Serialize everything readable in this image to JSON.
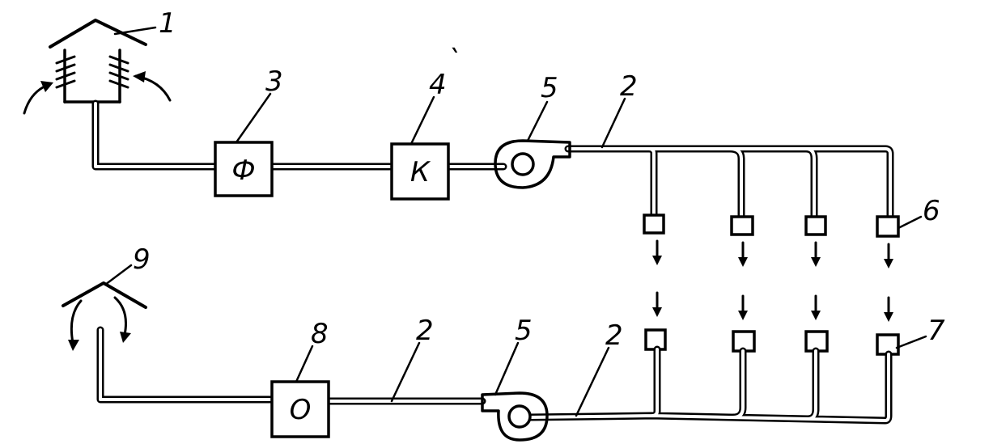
{
  "labels": {
    "intake_hood": "1",
    "duct": "2",
    "filter": "3",
    "heater": "4",
    "fan": "5",
    "supply_diffuser": "6",
    "exhaust_grille": "7",
    "exhaust_unit": "8",
    "exhaust_hood": "9"
  },
  "boxes": {
    "filter": "Ф",
    "heater": "К",
    "exhaust_unit": "О"
  },
  "marks": {
    "heater_tick": "`"
  }
}
